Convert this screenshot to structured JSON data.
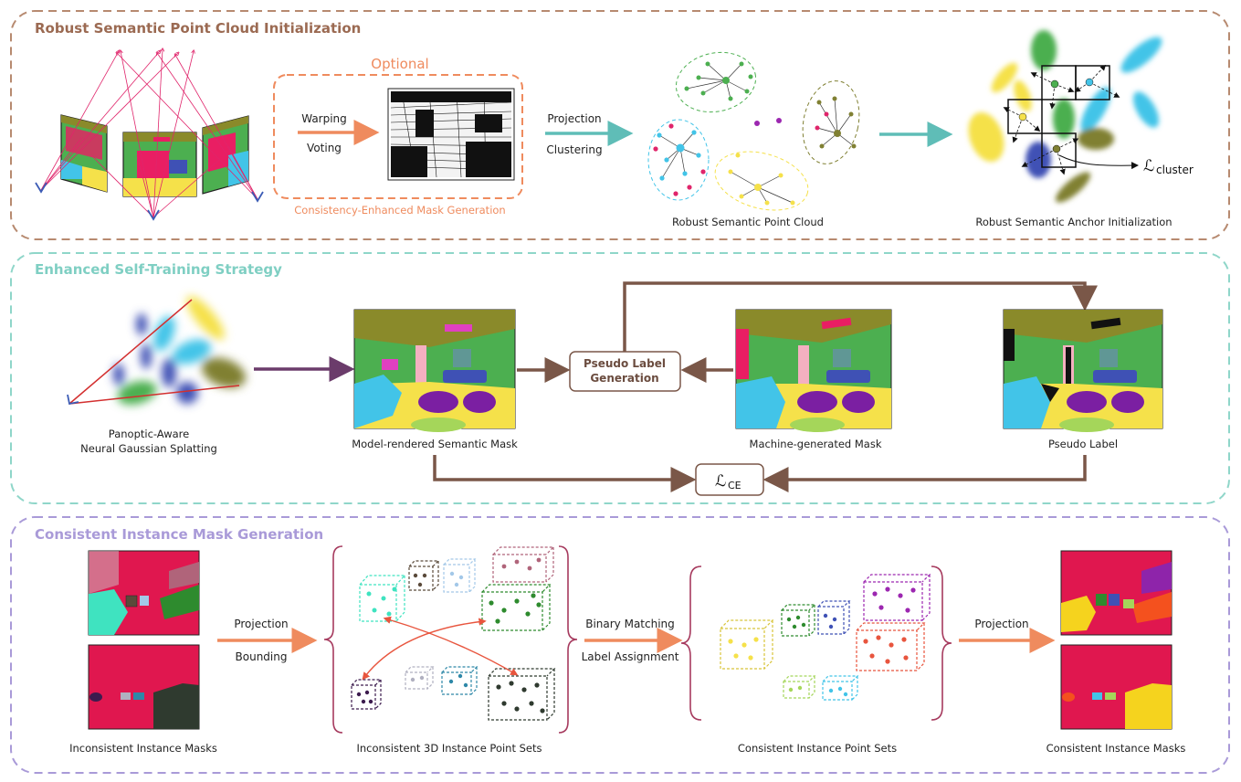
{
  "colors": {
    "section1_border": "#b78a70",
    "section1_title": "#9b6a52",
    "section2_border": "#8fd6c9",
    "section2_title": "#7fcfc3",
    "section3_border": "#a99ad8",
    "section3_title": "#a99ad8",
    "optional": "#ef8b5e",
    "teal_arrow": "#5fbdb7",
    "brown_arrow": "#7a5748",
    "purple_arrow": "#6b3c6b"
  },
  "section1": {
    "title": "Robust Semantic Point Cloud Initialization",
    "optional_label": "Optional",
    "warping": "Warping",
    "voting": "Voting",
    "mask_generation_caption": "Consistency-Enhanced Mask Generation",
    "projection": "Projection",
    "clustering": "Clustering",
    "point_cloud_caption": "Robust Semantic Point Cloud",
    "anchor_caption": "Robust Semantic Anchor Initialization",
    "loss_main": "ℒ",
    "loss_sub": "cluster"
  },
  "section2": {
    "title": "Enhanced Self-Training Strategy",
    "gaussian_caption_1": "Panoptic-Aware",
    "gaussian_caption_2": "Neural Gaussian Splatting",
    "rendered_caption": "Model-rendered Semantic Mask",
    "pseudo_box_1": "Pseudo Label",
    "pseudo_box_2": "Generation",
    "machine_caption": "Machine-generated Mask",
    "pseudo_caption": "Pseudo Label",
    "loss_main": "ℒ",
    "loss_sub": "CE"
  },
  "section3": {
    "title": "Consistent Instance Mask Generation",
    "projection_1": "Projection",
    "bounding": "Bounding",
    "inconsistent_masks_caption": "Inconsistent Instance Masks",
    "inconsistent_sets_caption": "Inconsistent 3D Instance Point Sets",
    "binary_matching": "Binary Matching",
    "label_assignment": "Label Assignment",
    "consistent_sets_caption": "Consistent Instance Point Sets",
    "projection_2": "Projection",
    "consistent_masks_caption": "Consistent Instance Masks"
  }
}
